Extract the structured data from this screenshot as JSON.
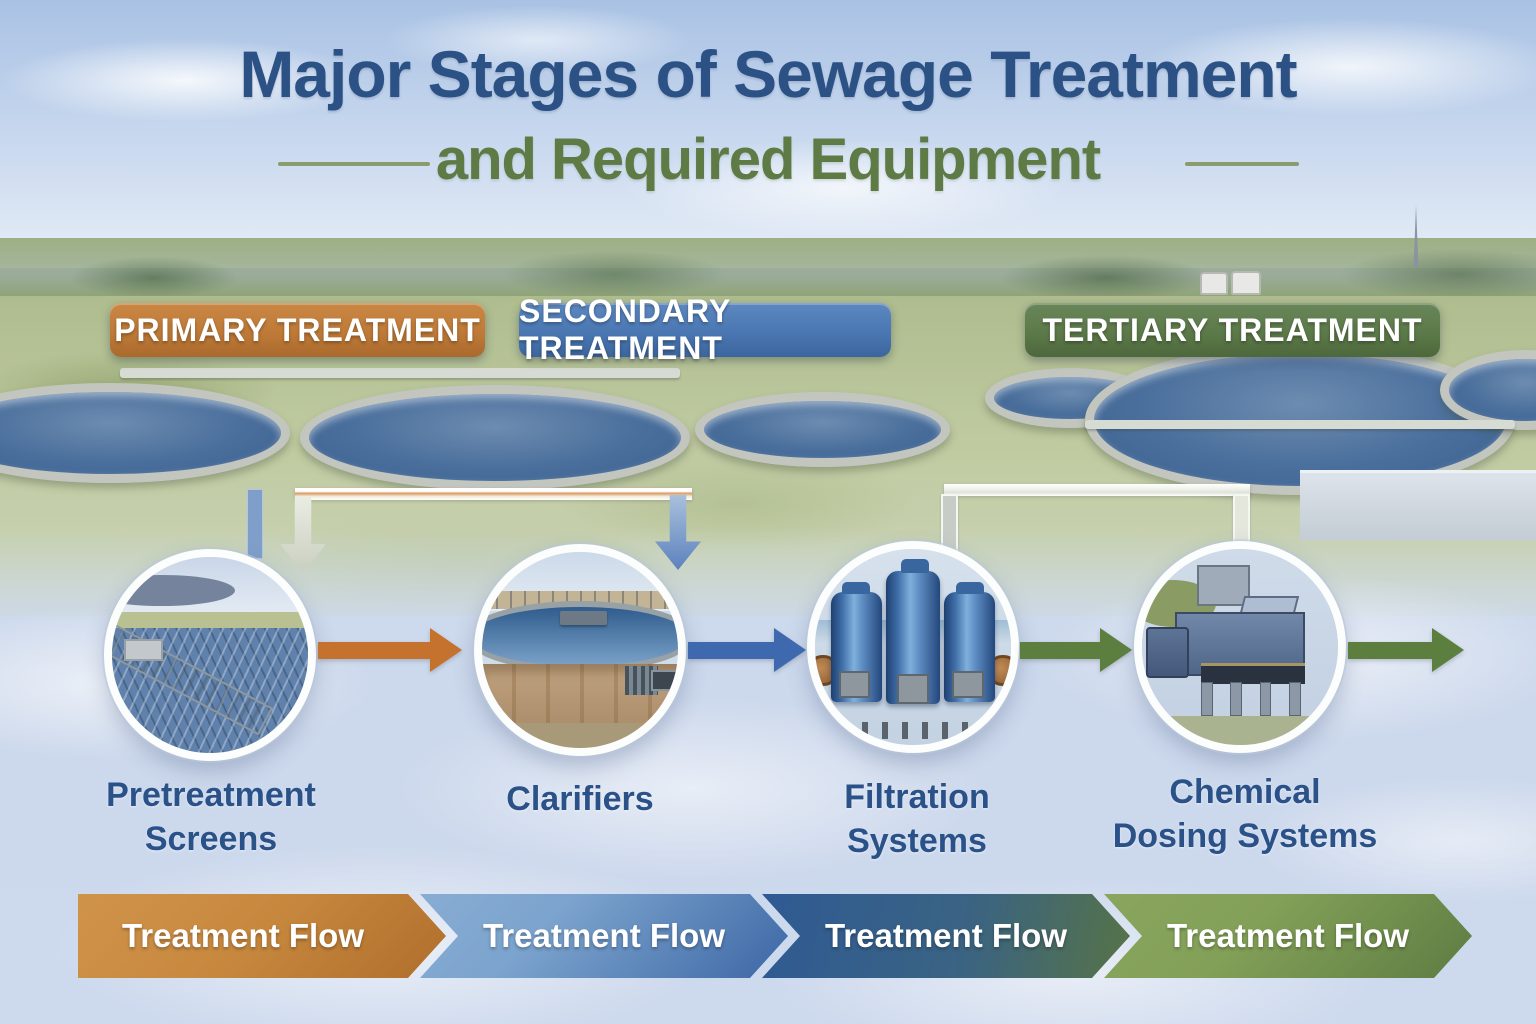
{
  "title": {
    "line1": "Major Stages of Sewage Treatment",
    "line2": "and Required Equipment",
    "line1_color": "#2c5184",
    "line2_color": "#5e7a45"
  },
  "stage_banners": [
    {
      "label": "PRIMARY TREATMENT",
      "color": "#bf7a38"
    },
    {
      "label": "SECONDARY TREATMENT",
      "color": "#4a77b2"
    },
    {
      "label": "TERTIARY TREATMENT",
      "color": "#5c7a49"
    }
  ],
  "equipment_stations": [
    {
      "name": "Pretreatment Screens",
      "label_line1": "Pretreatment",
      "label_line2": "Screens"
    },
    {
      "name": "Clarifiers",
      "label_line1": "Clarifiers",
      "label_line2": ""
    },
    {
      "name": "Filtration Systems",
      "label_line1": "Filtration",
      "label_line2": "Systems"
    },
    {
      "name": "Chemical Dosing Systems",
      "label_line1": "Chemical",
      "label_line2": "Dosing Systems"
    }
  ],
  "flow_arrow_colors": {
    "pretreatment_to_clarifiers": "#c4722e",
    "clarifiers_to_filtration": "#3e69ae",
    "filtration_to_dosing": "#5c7e3e",
    "dosing_onward": "#5c7e3e"
  },
  "flow_banners": [
    {
      "label": "Treatment Flow",
      "color_start": "#c8893f",
      "color_end": "#b06e2c"
    },
    {
      "label": "Treatment Flow",
      "color_start": "#7ba3cd",
      "color_end": "#3d67a5"
    },
    {
      "label": "Treatment Flow",
      "color_start": "#2f5a93",
      "color_end": "#567347"
    },
    {
      "label": "Treatment Flow",
      "color_start": "#83a058",
      "color_end": "#5d7c42"
    }
  ]
}
